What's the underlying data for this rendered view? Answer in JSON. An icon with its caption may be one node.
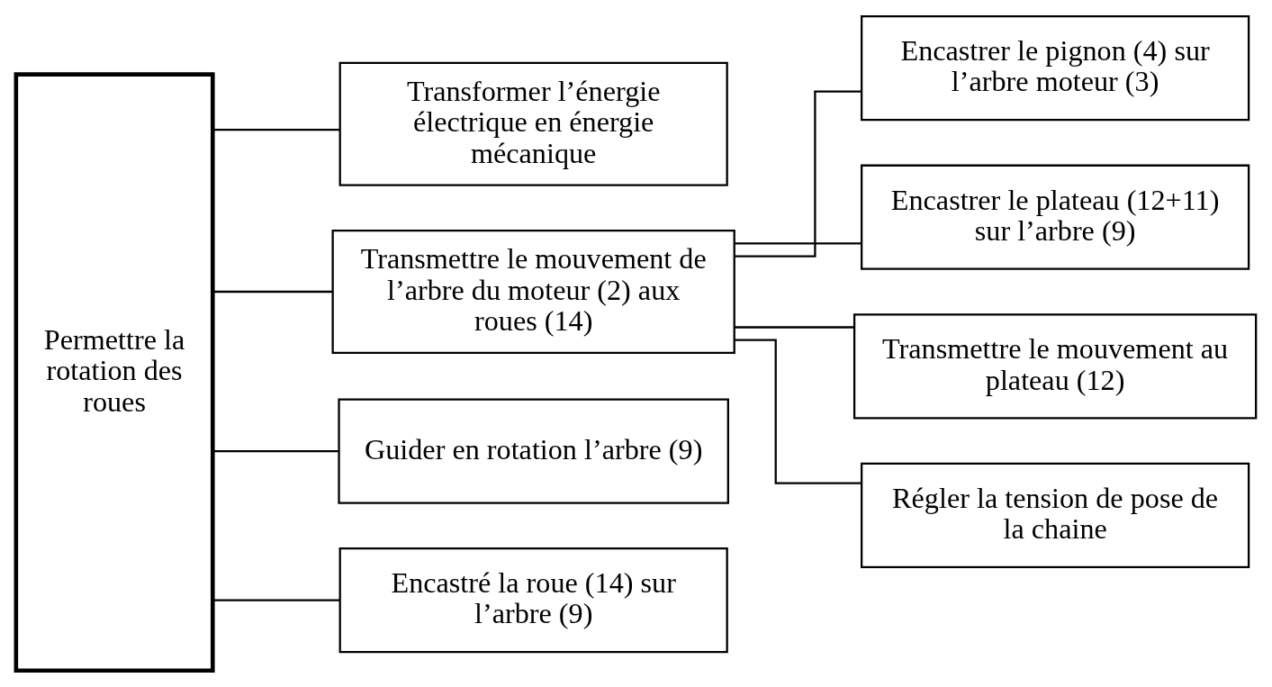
{
  "diagram": {
    "nodes": [
      {
        "text": [
          "Permettre la rotation des roues"
        ]
      },
      {
        "text": [
          "Transformer l’énergie électrique en énergie mécanique"
        ]
      },
      {
        "text": [
          "Transmettre le mouvement de l’arbre du moteur (2) aux roues (14)"
        ]
      },
      {
        "text": [
          "Encastrer le pignon (4) sur l’arbre moteur (3)"
        ]
      },
      {
        "text": [
          "Encastrer le plateau (12+11) sur l’arbre (9)"
        ]
      },
      {
        "text": [
          "Transmettre le mouvement au plateau (12)"
        ]
      },
      {
        "text": [
          "Régler la tension de pose de la chaine"
        ]
      },
      {
        "text": [
          "Guider en rotation l’arbre (9)"
        ]
      },
      {
        "text": [
          "Encastré la roue (14) sur l’arbre (9)"
        ]
      }
    ],
    "edges": [
      {
        "from": 0,
        "to": 1,
        "arrow": "none"
      },
      {
        "from": 0,
        "to": 2,
        "arrow": "none"
      },
      {
        "from": 2,
        "to": 3,
        "arrow": "none"
      },
      {
        "from": 2,
        "to": 4,
        "arrow": "none"
      },
      {
        "from": 2,
        "to": 5,
        "arrow": "none"
      },
      {
        "from": 2,
        "to": 6,
        "arrow": "none"
      },
      {
        "from": 0,
        "to": 7,
        "arrow": "none"
      },
      {
        "from": 0,
        "to": 8,
        "arrow": "none"
      }
    ]
  }
}
